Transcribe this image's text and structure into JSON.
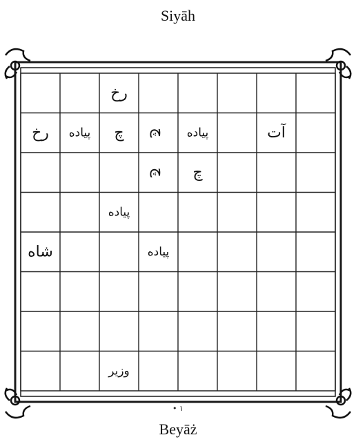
{
  "labels": {
    "top": "Siyāh",
    "bottom": "Beyāż"
  },
  "board": {
    "rows": 8,
    "cols": 8,
    "page_number": "• ١",
    "pieces": [
      {
        "row": 0,
        "col": 2,
        "text": "رخ",
        "rot": 0
      },
      {
        "row": 1,
        "col": 0,
        "text": "رخ",
        "rot": 0
      },
      {
        "row": 1,
        "col": 1,
        "text": "پیاده",
        "rot": 0
      },
      {
        "row": 1,
        "col": 2,
        "text": "ﭺ",
        "rot": 0
      },
      {
        "row": 1,
        "col": 3,
        "text": "ﭺ",
        "rot": 90
      },
      {
        "row": 1,
        "col": 4,
        "text": "پیاده",
        "rot": 0
      },
      {
        "row": 1,
        "col": 6,
        "text": "آت",
        "rot": 0
      },
      {
        "row": 2,
        "col": 3,
        "text": "ﭺ",
        "rot": 90
      },
      {
        "row": 2,
        "col": 4,
        "text": "ﭺ",
        "rot": 0
      },
      {
        "row": 3,
        "col": 2,
        "text": "پیاده",
        "rot": 0
      },
      {
        "row": 4,
        "col": 0,
        "text": "شاه",
        "rot": 0
      },
      {
        "row": 4,
        "col": 3,
        "text": "پیاده",
        "rot": 0
      },
      {
        "row": 7,
        "col": 2,
        "text": "وزیر",
        "rot": 0
      }
    ]
  }
}
